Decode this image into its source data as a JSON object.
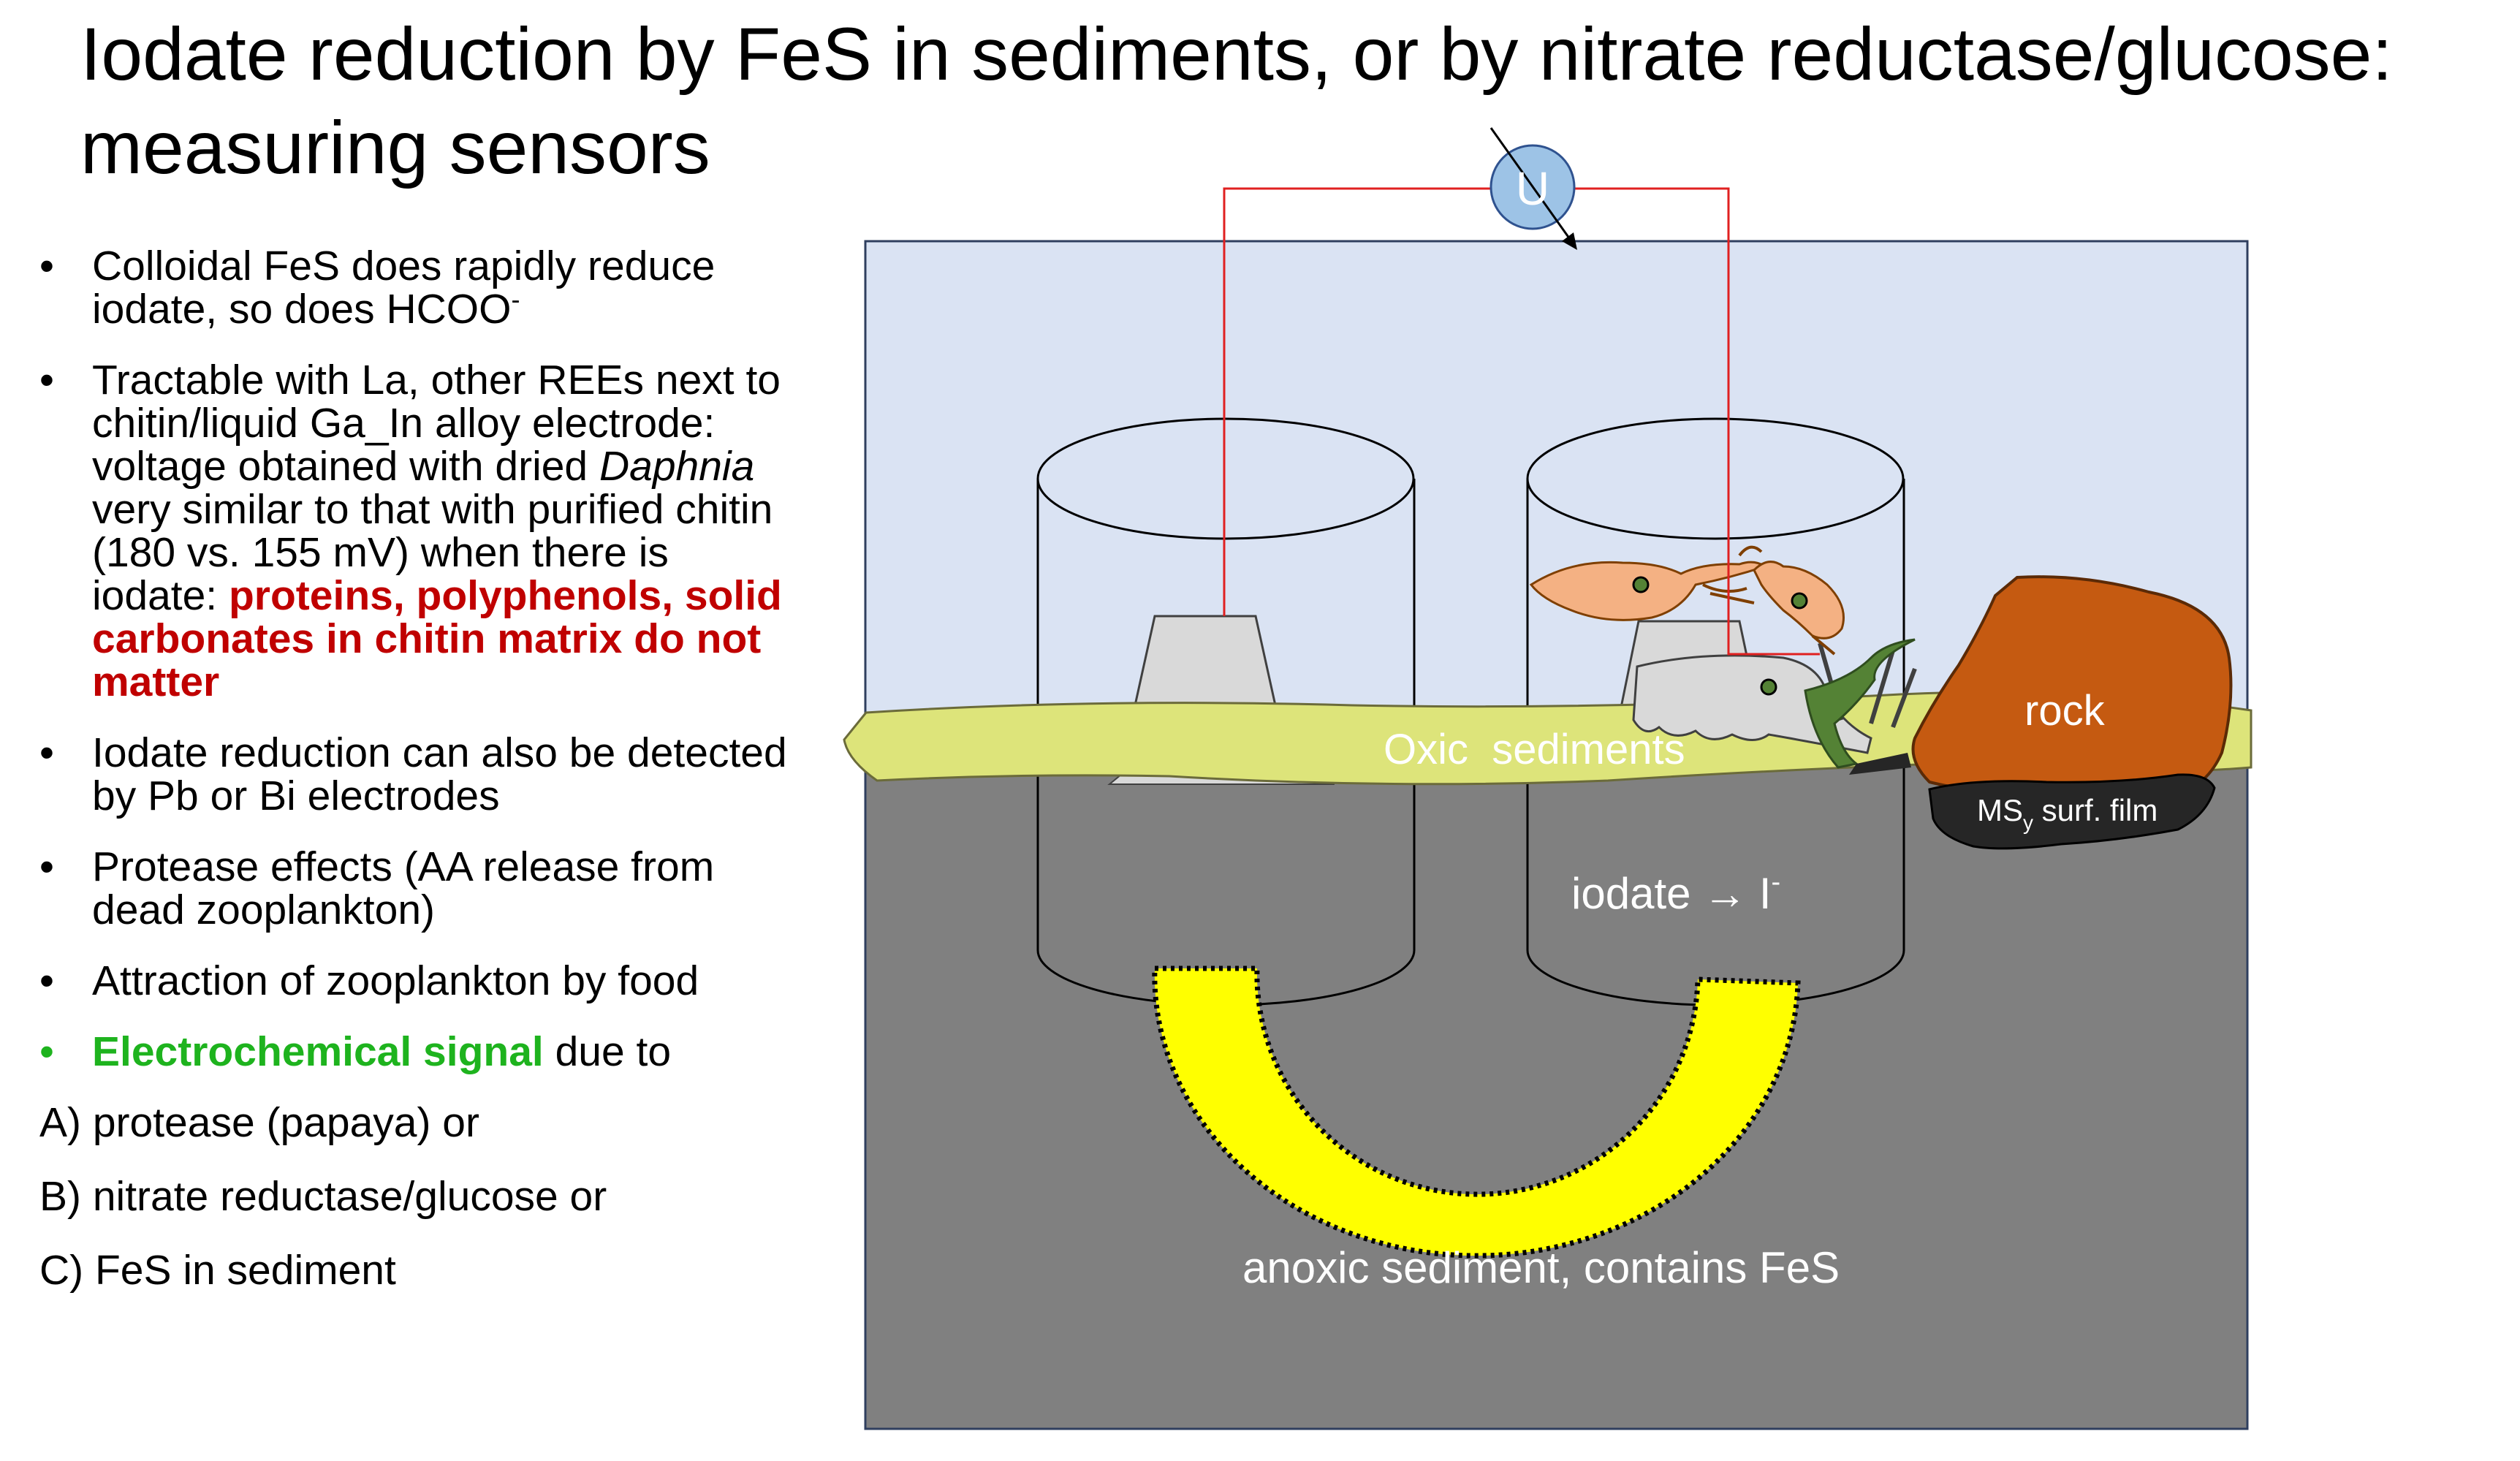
{
  "title": {
    "line1": "Iodate reduction by FeS in sediments, or by nitrate reductase/glucose:",
    "line2": "measuring sensors"
  },
  "bullets": [
    {
      "text": "Colloidal FeS does rapidly reduce iodate, so does HCOO",
      "sup": "-"
    },
    {
      "text1": "Tractable with La, other REEs next to chitin/liquid Ga_In alloy electrode: voltage obtained with dried ",
      "italic": "Daphnia",
      "text2": " very similar to that with purified chitin (180 vs. 155 mV) when there is iodate: ",
      "red": "proteins, polyphenols, solid carbonates in chitin matrix do not matter"
    },
    {
      "text": "Iodate reduction can also be detected by Pb or Bi electrodes"
    },
    {
      "text": "Protease effects (AA release from dead zooplankton)"
    },
    {
      "text": "Attraction of zooplankton by food"
    },
    {
      "green": "Electrochemical signal",
      "rest": " due to"
    }
  ],
  "options": [
    "A) protease (papaya) or",
    "B) nitrate reductase/glucose or",
    "C) FeS in sediment"
  ],
  "diagram": {
    "voltmeter_label": "U",
    "oxic_label": "Oxic  sediments",
    "rock_label": "rock",
    "film_label_pre": "MS",
    "film_label_sub": "y",
    "film_label_post": " surf. film",
    "iodate_label": "iodate → I",
    "iodate_sup": "-",
    "anoxic_label": "anoxic sediment, contains FeS",
    "colors": {
      "water": "#dae3f3",
      "sediment": "#808080",
      "oxic": "#dde47a",
      "rock": "#c55a11",
      "film": "#262626",
      "bridge": "#ffff00",
      "wire": "#e02020",
      "voltmeter": "#9dc3e6",
      "crab": "#f4b183",
      "zooplankton_green": "#548235"
    }
  }
}
